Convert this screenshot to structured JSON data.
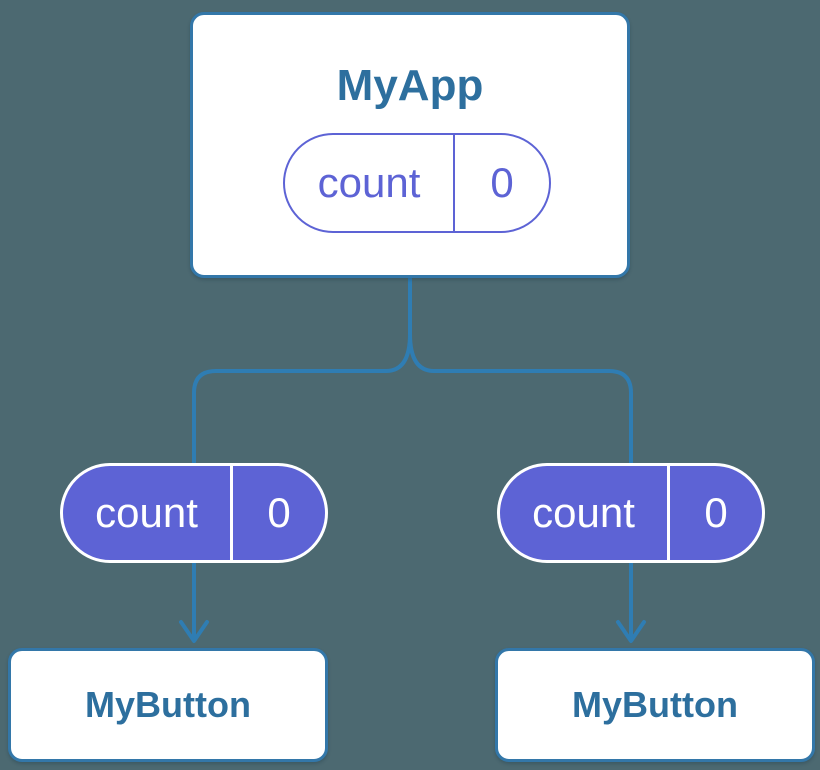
{
  "diagram": {
    "colors": {
      "background": "#4c6971",
      "card_bg": "#ffffff",
      "card_border": "#3377a9",
      "connector": "#2f7db3",
      "title_text": "#2d6f9e",
      "purple": "#5d63d5",
      "pill_text_light": "#ffffff"
    },
    "parent": {
      "title": "MyApp",
      "state": {
        "name": "count",
        "value": "0"
      }
    },
    "children": [
      {
        "title": "MyButton",
        "state": {
          "name": "count",
          "value": "0"
        }
      },
      {
        "title": "MyButton",
        "state": {
          "name": "count",
          "value": "0"
        }
      }
    ]
  }
}
